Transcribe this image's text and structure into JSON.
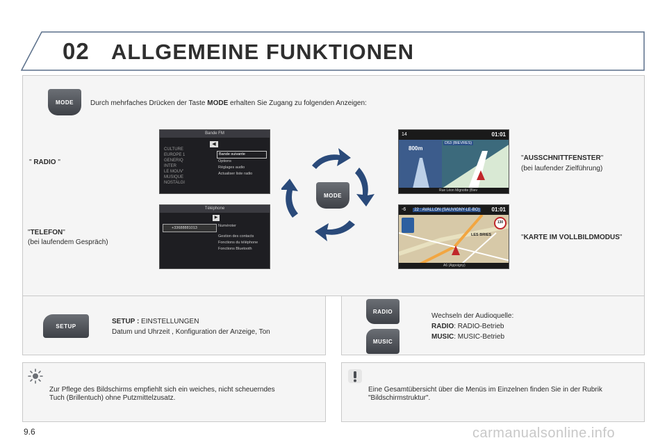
{
  "header": {
    "chapter": "02",
    "title": "ALLGEMEINE FUNKTIONEN"
  },
  "mode": {
    "key_label": "MODE",
    "intro_before": "Durch mehrfaches Drücken der Taste ",
    "intro_bold": "MODE",
    "intro_after": " erhalten Sie Zugang zu folgenden Anzeigen:"
  },
  "screens": {
    "radio": {
      "label_prefix": "\" ",
      "label_bold": "RADIO",
      "label_suffix": " \"",
      "title": "Bande FM",
      "stations": "CULTURE\nEUROPE 1\nGENERIQ\nINTER\nLE MOUV'\nMUSIQUE\nNOSTALGI",
      "menu": [
        "Bande suivante",
        "Options",
        "Réglages audio",
        "Actualiser liste radio"
      ]
    },
    "telefon": {
      "label_prefix": "\"",
      "label_bold": "TELEFON",
      "label_suffix": "\"",
      "sublabel": "(bei laufendem Gespräch)",
      "title": "Téléphone",
      "number": "+33688881013",
      "menu": [
        "Numéroter",
        "Gestion des contacts",
        "Fonctions du téléphone",
        "Fonctions Bluetooth"
      ]
    },
    "zoom": {
      "label_prefix": "\"",
      "label_bold": "AUSSCHNITTFENSTER",
      "label_suffix": "\"",
      "sublabel": "(bei laufender Zielführung)",
      "temp": "14",
      "time": "01:01",
      "road": "D53 (BIEVRES)",
      "distance": "800m",
      "bottom": "Rue Léon Mignotte (Biev"
    },
    "map": {
      "label_prefix": "\"",
      "label_bold": "KARTE IM VOLLBILDMODUS",
      "label_suffix": "\"",
      "temp": "-6",
      "road": "22 : AVALLON (SAUVIGNY-LE-BO)",
      "time": "01:01",
      "place": "LES BRIES",
      "speed": "130",
      "bottom": "A6 (Appoigny)"
    }
  },
  "setup": {
    "key_label": "SETUP",
    "title_bold": "SETUP :",
    "title_rest": " EINSTELLUNGEN",
    "desc": "Datum und Uhrzeit , Konfiguration der Anzeige, Ton"
  },
  "audio": {
    "radio_key": "RADIO",
    "music_key": "MUSIC",
    "title": "Wechseln der Audioquelle:",
    "radio_bold": "RADIO",
    "radio_rest": ": RADIO-Betrieb",
    "music_bold": "MUSIC",
    "music_rest": ": MUSIC-Betrieb"
  },
  "tip": {
    "line1": "Zur Pflege des Bildschirms empfiehlt sich ein weiches, nicht scheuerndes",
    "line2": "Tuch (Brillentuch) ohne Putzmittelzusatz."
  },
  "note": {
    "line1": "Eine Gesamtübersicht über die Menüs im Einzelnen finden Sie in der Rubrik",
    "line2": "\"Bildschirmstruktur\"."
  },
  "footer": {
    "page": "9.6",
    "watermark": "carmanualsonline.info"
  },
  "colors": {
    "arrow": "#2a4a7a",
    "frame": "#5a6f8a",
    "panel": "#f5f5f5"
  }
}
